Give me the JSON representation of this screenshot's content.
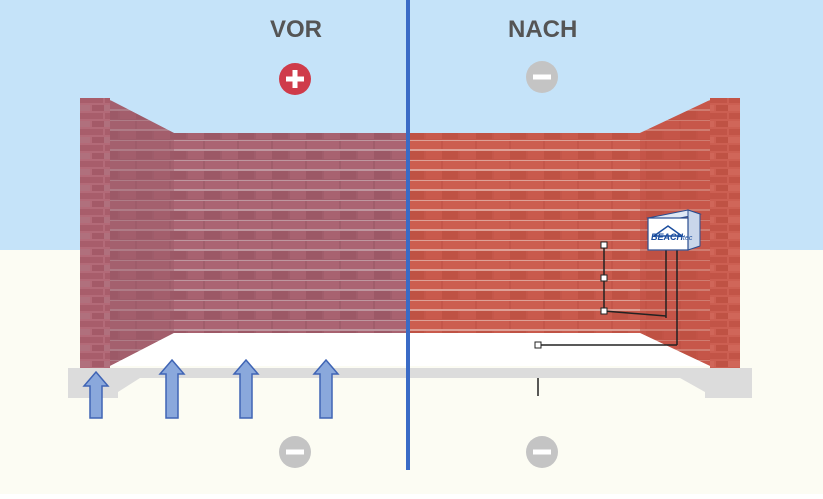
{
  "labels": {
    "before": "VOR",
    "after": "NACH"
  },
  "device": {
    "brand": "BEACH",
    "brand_suffix": "tec"
  },
  "indicators": {
    "before_top": "plus-icon",
    "after_top": "minus-icon",
    "before_bottom": "minus-icon",
    "after_bottom": "minus-icon"
  },
  "colors": {
    "sky": "#c5e3f9",
    "ground": "#fcfcf3",
    "divider": "#3a6bc6",
    "plus": "#cf3b4a",
    "minus": "#c4c4c4",
    "arrow_fill": "#8aa8dc",
    "arrow_stroke": "#3f64b5",
    "brick_before": "#a35a68",
    "brick_after": "#c45446",
    "slab": "#dcdcdc"
  },
  "arrows_count_label": ""
}
